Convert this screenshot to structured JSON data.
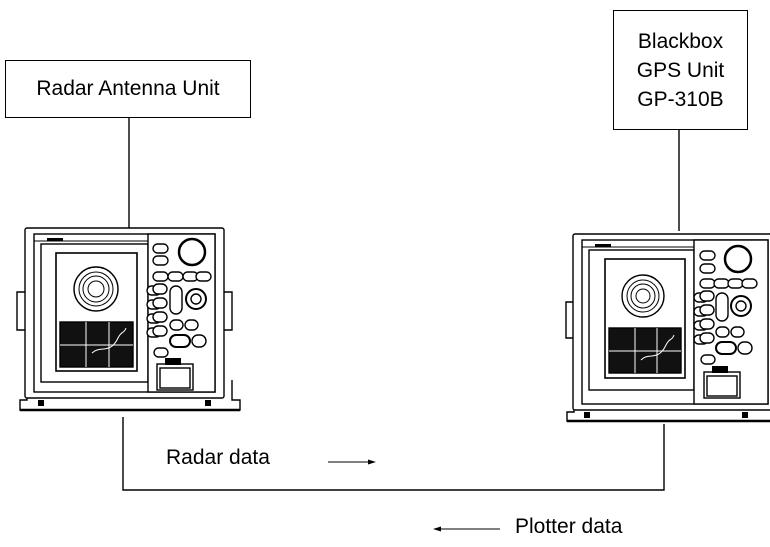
{
  "nodes": {
    "radar_antenna_unit": "Radar Antenna Unit",
    "gps_unit": {
      "line1": "Blackbox",
      "line2": "GPS Unit",
      "line3": "GP-310B"
    }
  },
  "connections": {
    "radar_data": "Radar data",
    "plotter_data": "Plotter data"
  }
}
